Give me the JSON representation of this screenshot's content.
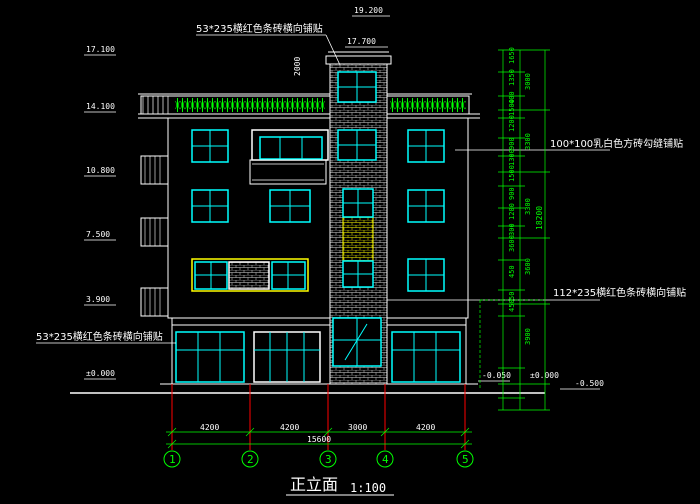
{
  "title": {
    "main": "正立面",
    "scale": "1:100"
  },
  "colors": {
    "background": "#000000",
    "wall": "#ffffff",
    "window": "#00ffff",
    "railing": "#00ff00",
    "text": "#ffffff",
    "dimension": "#00ff00",
    "axis": "#ff0000",
    "yellow": "#ffff00",
    "grid_bubble": "#00ff00"
  },
  "annotations": {
    "top_left": "53*235横红色条砖横向铺贴",
    "right_top": "100*100乳白色方砖勾缝铺贴",
    "right_mid": "112*235横红色条砖横向铺贴",
    "left_bottom": "53*235横红色条砖横向铺贴"
  },
  "level_labels": {
    "l19200": "19.200",
    "l17700": "17.700",
    "l17100": "17.100",
    "l14100": "14.100",
    "l10800": "10.800",
    "l7500": "7.500",
    "l3900": "3.900",
    "l0": "±0.000",
    "r0": "±0.000",
    "rneg050": "-0.050",
    "rneg500": "-0.500",
    "l2000": "2000"
  },
  "right_dims_inner": [
    "1650",
    "1350",
    "400",
    "1500",
    "1200",
    "900",
    "1300",
    "1500",
    "900",
    "1200",
    "300",
    "3600",
    "450",
    "50",
    "450"
  ],
  "right_dims_mid": [
    "3000",
    "3300",
    "3300",
    "3600",
    "3900"
  ],
  "right_total": "18200",
  "bottom_dims": [
    "4200",
    "4200",
    "3000",
    "4200"
  ],
  "bottom_total": "15600",
  "grid_axes": [
    "1",
    "2",
    "3",
    "4",
    "5"
  ]
}
